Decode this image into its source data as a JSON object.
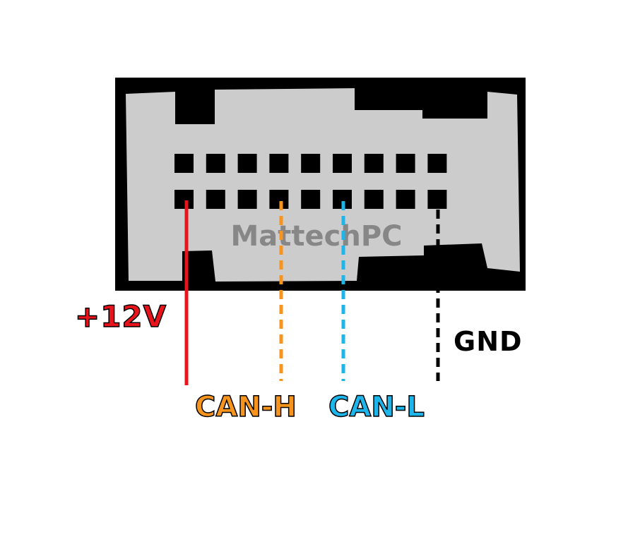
{
  "connector": {
    "watermark": "MattechPC",
    "rows": 2,
    "pins_per_row": [
      9,
      9
    ]
  },
  "wires": [
    {
      "label": "+12V",
      "color": "#e8131b",
      "style": "solid"
    },
    {
      "label": "CAN-H",
      "color": "#f7941d",
      "style": "dashed"
    },
    {
      "label": "CAN-L",
      "color": "#1eb6ea",
      "style": "dashed"
    },
    {
      "label": "GND",
      "color": "#000000",
      "style": "dashed"
    }
  ],
  "colors": {
    "housing_outer": "#000000",
    "housing_inner": "#cccccc",
    "pin_cavity": "#000000",
    "watermark": "#808080"
  }
}
